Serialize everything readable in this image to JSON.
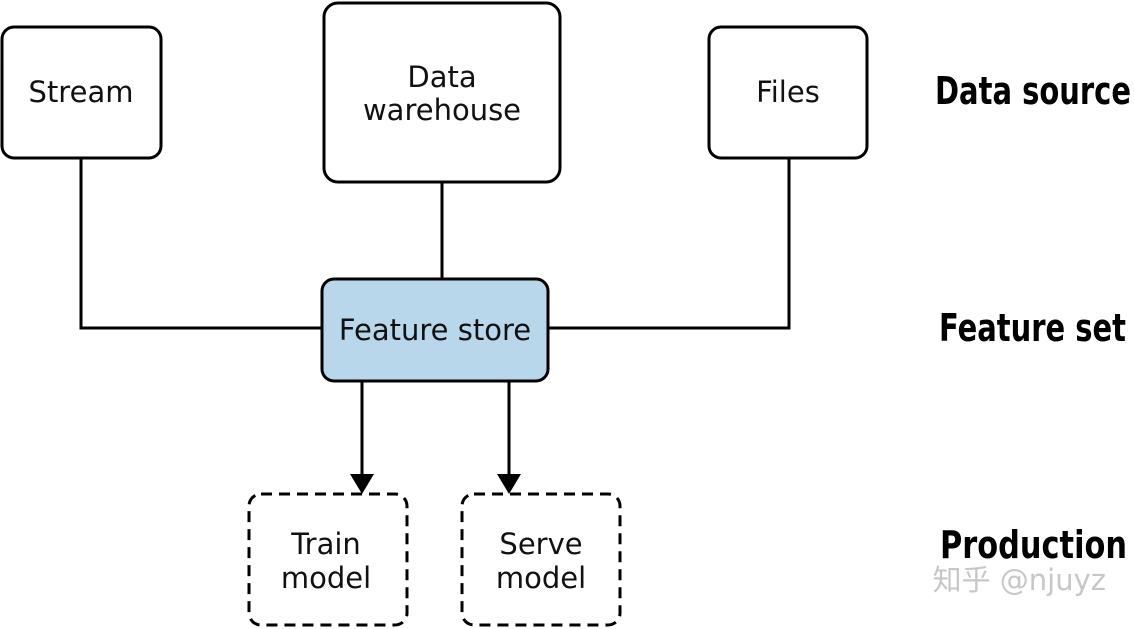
{
  "sources": {
    "stream": "Stream",
    "warehouse_line1": "Data",
    "warehouse_line2": "warehouse",
    "files": "Files"
  },
  "feature_store": {
    "label": "Feature store",
    "fill_color": "#b9d7ea"
  },
  "consumers": {
    "train_line1": "Train",
    "train_line2": "model",
    "serve_line1": "Serve",
    "serve_line2": "model"
  },
  "tiers": {
    "data_source": "Data source",
    "feature_set": "Feature set",
    "production": "Production"
  },
  "watermark": "知乎 @njuyz"
}
